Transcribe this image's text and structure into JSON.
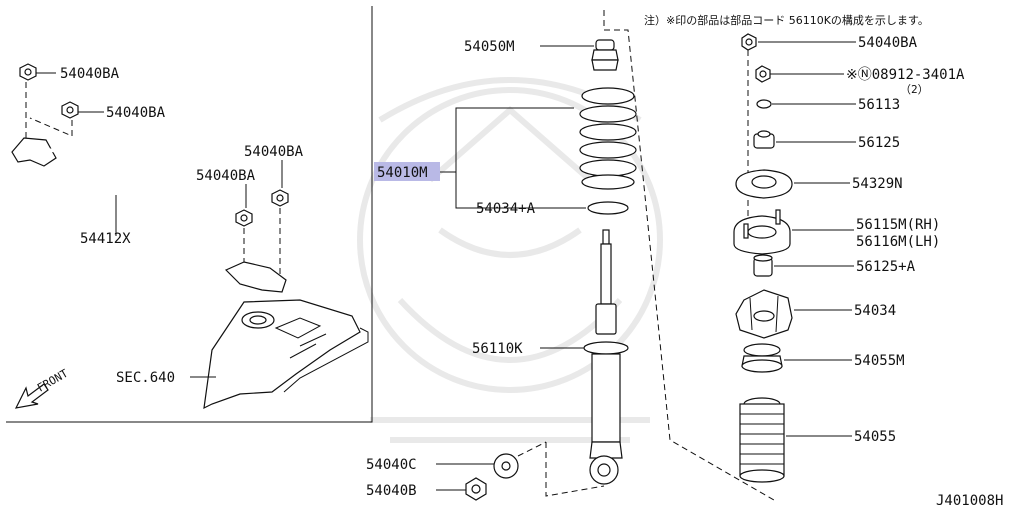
{
  "note": "注）※印の部品は部品コード 56110Kの構成を示します。",
  "diagram_code": "J401008H",
  "colors": {
    "highlight": "#b9b9e6",
    "line": "#111111",
    "watermark": "#e9e9e9"
  },
  "left_labels": {
    "nut_top_1": "54040BA",
    "nut_top_2": "54040BA",
    "nut_right_1": "54040BA",
    "nut_right_2": "54040BA",
    "bar": "54412X",
    "sec": "SEC.640",
    "front": "FRONT"
  },
  "center_labels": {
    "bump": "54050M",
    "spring": "54010M",
    "seat": "54034+A",
    "shock": "56110K",
    "bushing": "54040C",
    "nut": "54040B"
  },
  "right_labels": {
    "nut_top": "54040BA",
    "nut_n": "※Ⓝ08912-3401A",
    "nut_n_qty": "（2）",
    "washer": "56113",
    "collar": "56125",
    "plate": "54329N",
    "mount_rh": "56115M(RH)",
    "mount_lh": "56116M(LH)",
    "collar_b": "56125+A",
    "insulator": "54034",
    "bound": "54055M",
    "boot": "54055"
  }
}
